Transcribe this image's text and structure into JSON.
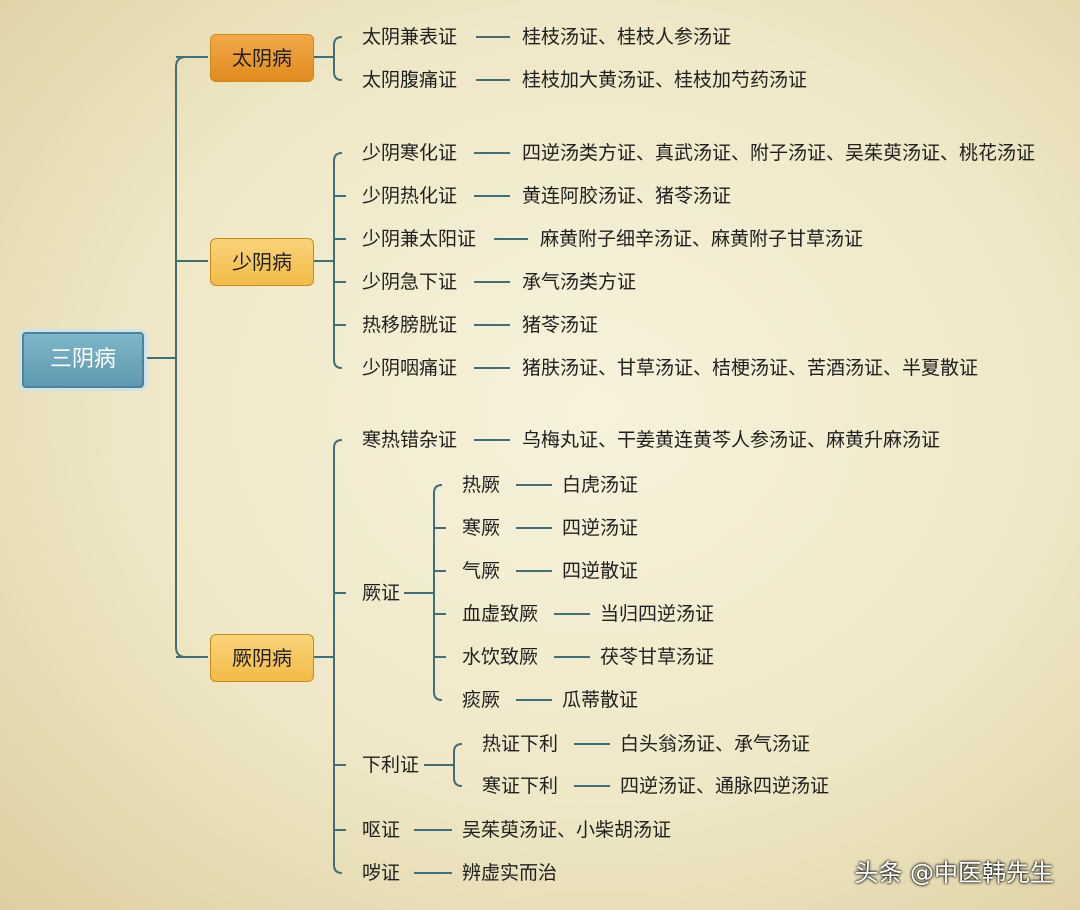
{
  "root": "三阴病",
  "groups": [
    {
      "label": "太阴病",
      "items": [
        {
          "name": "太阴兼表证",
          "detail": "桂枝汤证、桂枝人参汤证"
        },
        {
          "name": "太阴腹痛证",
          "detail": "桂枝加大黄汤证、桂枝加芍药汤证"
        }
      ]
    },
    {
      "label": "少阴病",
      "items": [
        {
          "name": "少阴寒化证",
          "detail": "四逆汤类方证、真武汤证、附子汤证、吴茱萸汤证、桃花汤证"
        },
        {
          "name": "少阴热化证",
          "detail": "黄连阿胶汤证、猪苓汤证"
        },
        {
          "name": "少阴兼太阳证",
          "detail": "麻黄附子细辛汤证、麻黄附子甘草汤证"
        },
        {
          "name": "少阴急下证",
          "detail": "承气汤类方证"
        },
        {
          "name": "热移膀胱证",
          "detail": "猪苓汤证"
        },
        {
          "name": "少阴咽痛证",
          "detail": "猪肤汤证、甘草汤证、桔梗汤证、苦酒汤证、半夏散证"
        }
      ]
    },
    {
      "label": "厥阴病",
      "items": [
        {
          "name": "寒热错杂证",
          "detail": "乌梅丸证、干姜黄连黄芩人参汤证、麻黄升麻汤证"
        },
        {
          "name": "厥证",
          "children": [
            {
              "name": "热厥",
              "detail": "白虎汤证"
            },
            {
              "name": "寒厥",
              "detail": "四逆汤证"
            },
            {
              "name": "气厥",
              "detail": "四逆散证"
            },
            {
              "name": "血虚致厥",
              "detail": "当归四逆汤证"
            },
            {
              "name": "水饮致厥",
              "detail": "茯苓甘草汤证"
            },
            {
              "name": "痰厥",
              "detail": "瓜蒂散证"
            }
          ]
        },
        {
          "name": "下利证",
          "children": [
            {
              "name": "热证下利",
              "detail": "白头翁汤证、承气汤证"
            },
            {
              "name": "寒证下利",
              "detail": "四逆汤证、通脉四逆汤证"
            }
          ]
        },
        {
          "name": "呕证",
          "detail": "吴茱萸汤证、小柴胡汤证"
        },
        {
          "name": "哕证",
          "detail": "辨虚实而治"
        }
      ]
    }
  ],
  "watermark": "头条 @中医韩先生",
  "colors": {
    "line": "#3f6f78",
    "root": "#6aa6bb",
    "taiyin": "#e99a30",
    "shaoyin_jueyin": "#f6c55e"
  }
}
